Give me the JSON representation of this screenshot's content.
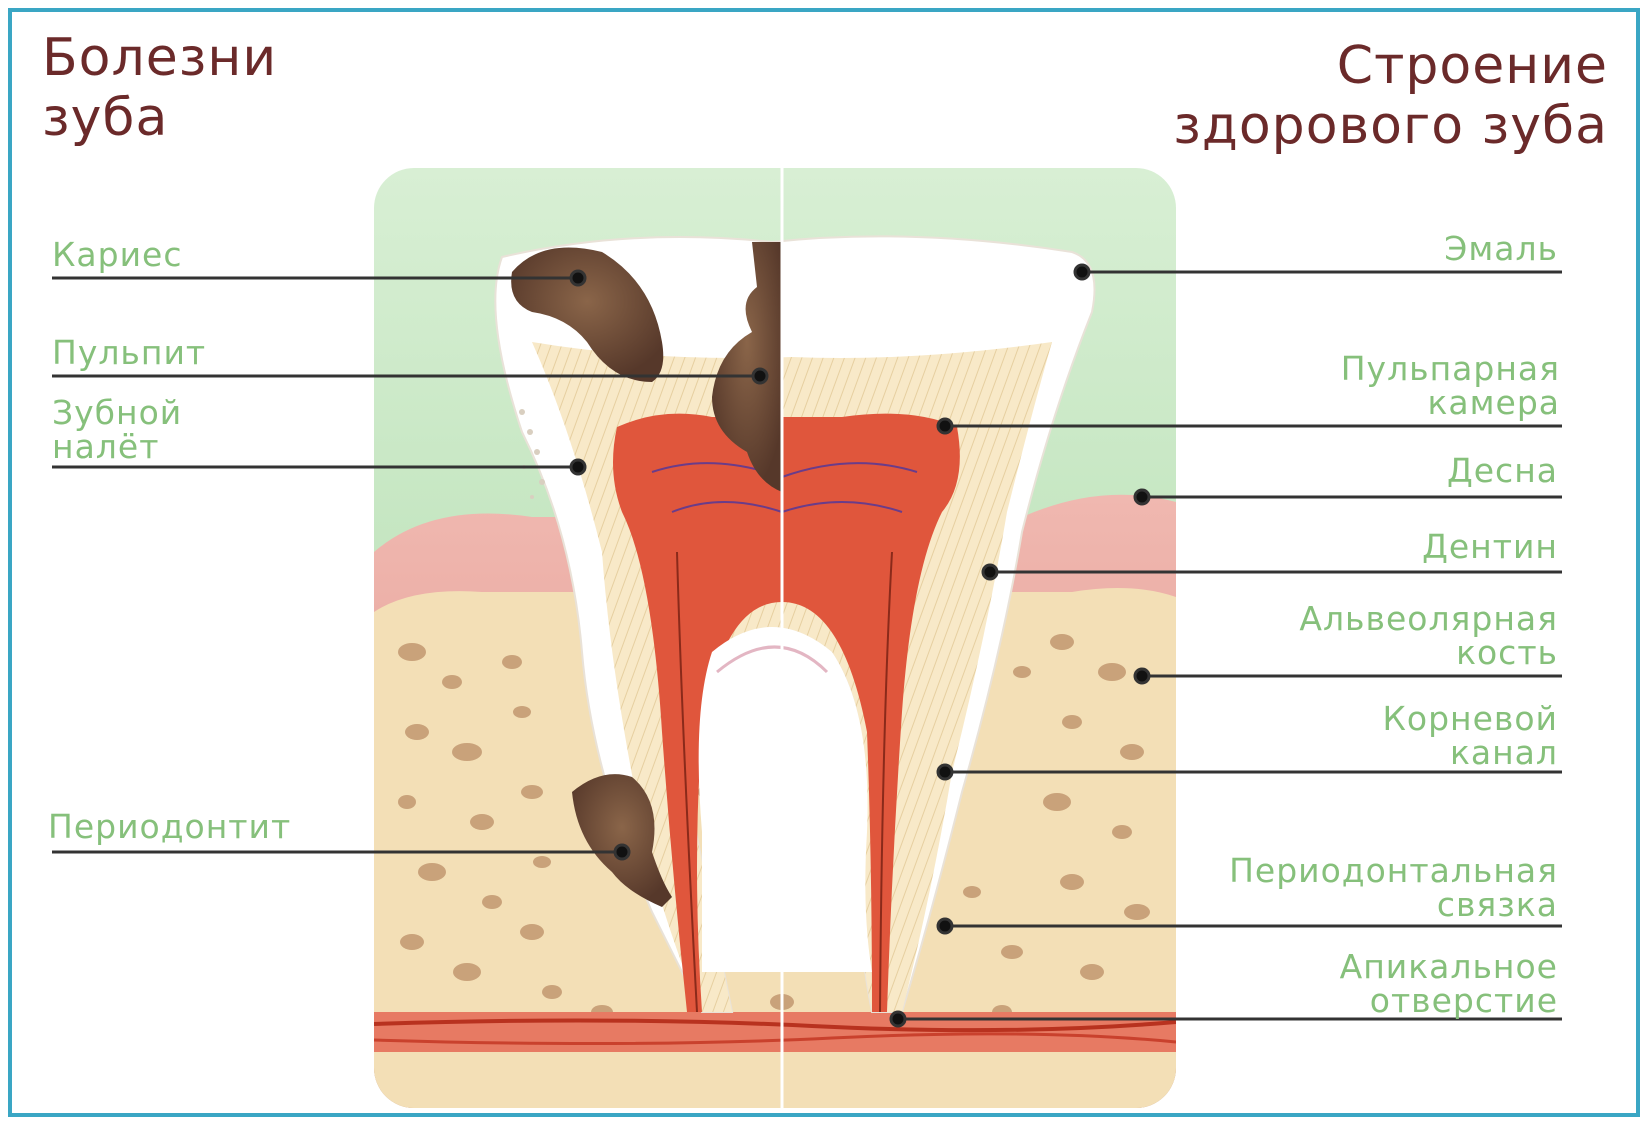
{
  "headings": {
    "left": [
      "Болезни",
      "зуба"
    ],
    "right": [
      "Строение",
      "здорового зуба"
    ]
  },
  "labels_left": [
    {
      "key": "caries",
      "lines": [
        "Кариес"
      ]
    },
    {
      "key": "pulpitis",
      "lines": [
        "Пульпит"
      ]
    },
    {
      "key": "plaque",
      "lines": [
        "Зубной",
        "налёт"
      ]
    },
    {
      "key": "periodontitis",
      "lines": [
        "Периодонтит"
      ]
    }
  ],
  "labels_right": [
    {
      "key": "enamel",
      "lines": [
        "Эмаль"
      ]
    },
    {
      "key": "pulp-chamber",
      "lines": [
        "Пульпарная",
        "камера"
      ]
    },
    {
      "key": "gum",
      "lines": [
        "Десна"
      ]
    },
    {
      "key": "dentin",
      "lines": [
        "Дентин"
      ]
    },
    {
      "key": "alveolar-bone",
      "lines": [
        "Альвеолярная",
        "кость"
      ]
    },
    {
      "key": "root-canal",
      "lines": [
        "Корневой",
        "канал"
      ]
    },
    {
      "key": "periodontal-ligament",
      "lines": [
        "Периодонтальная",
        "связка"
      ]
    },
    {
      "key": "apical-foramen",
      "lines": [
        "Апикальное",
        "отверстие"
      ]
    }
  ],
  "colors": {
    "frame": "#3aa6c4",
    "heading": "#6b2a2a",
    "label": "#86c07b",
    "leader": "#333333",
    "bone": "#f3dfb6",
    "bone_holes": "#c9a27a",
    "gum": "#e8a9a2",
    "enamel": "#ffffff",
    "dentin": "#f6e6c2",
    "pulp": "#e0563c",
    "decay": "#6e4a35",
    "background_green": "#bfe3bf"
  }
}
